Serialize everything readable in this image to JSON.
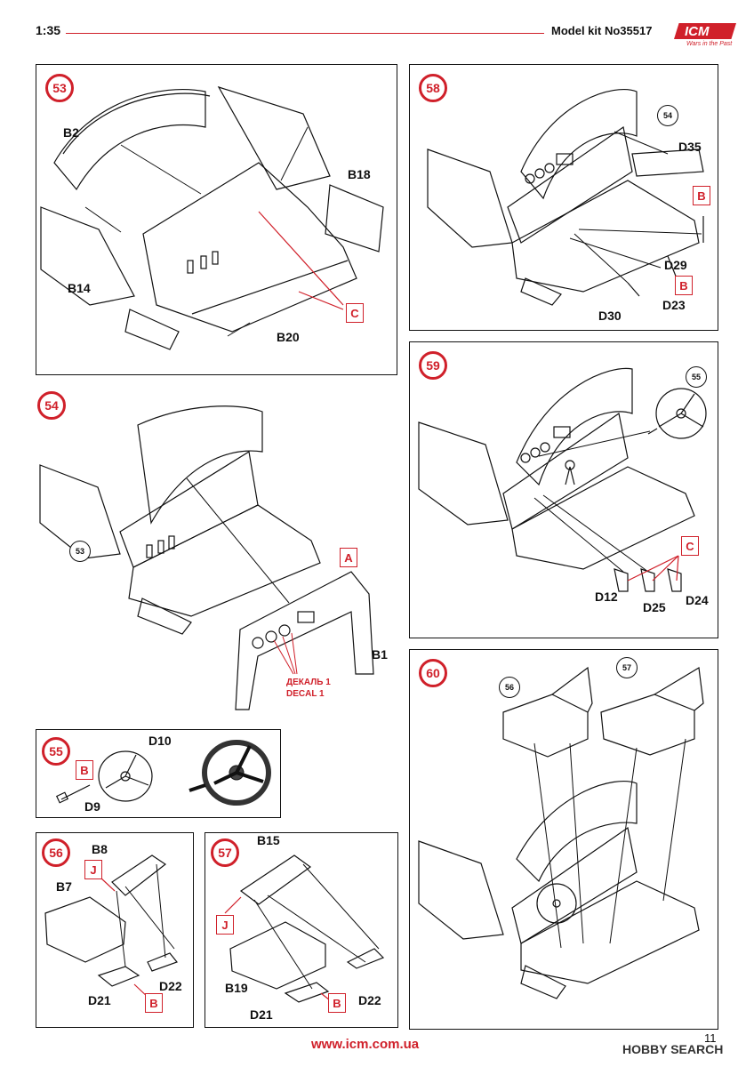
{
  "header": {
    "scale": "1:35",
    "kit_number": "Model kit No35517",
    "brand": "ICM",
    "brand_slogan": "Wars in the Past"
  },
  "steps": {
    "s53": {
      "number": "53",
      "labels": {
        "B2": "B2",
        "B18": "B18",
        "B14": "B14",
        "B20": "B20"
      },
      "glue": "C"
    },
    "s54": {
      "number": "54",
      "ref": "53",
      "labels": {
        "B1": "B1"
      },
      "glue": "A",
      "decal_ru": "ДЕКАЛЬ 1",
      "decal_en": "DECAL 1"
    },
    "s55": {
      "number": "55",
      "labels": {
        "D10": "D10",
        "D9": "D9"
      },
      "glue": "B"
    },
    "s56": {
      "number": "56",
      "labels": {
        "B8": "B8",
        "B7": "B7",
        "D22": "D22",
        "D21": "D21"
      },
      "glue_j": "J",
      "glue_b": "B"
    },
    "s57": {
      "number": "57",
      "labels": {
        "B15": "B15",
        "B19": "B19",
        "D21": "D21",
        "D22": "D22"
      },
      "glue_j": "J",
      "glue_b": "B"
    },
    "s58": {
      "number": "58",
      "ref": "54",
      "labels": {
        "D35": "D35",
        "D29": "D29",
        "D30": "D30",
        "D23": "D23"
      },
      "glue_1": "B",
      "glue_2": "B"
    },
    "s59": {
      "number": "59",
      "ref": "55",
      "labels": {
        "D12": "D12",
        "D25": "D25",
        "D24": "D24"
      },
      "glue": "C"
    },
    "s60": {
      "number": "60",
      "ref_a": "56",
      "ref_b": "57"
    }
  },
  "footer": {
    "url": "www.icm.com.ua",
    "page": "11",
    "watermark": "HOBBY SEARCH"
  },
  "colors": {
    "accent": "#d0202a",
    "line": "#111111"
  }
}
